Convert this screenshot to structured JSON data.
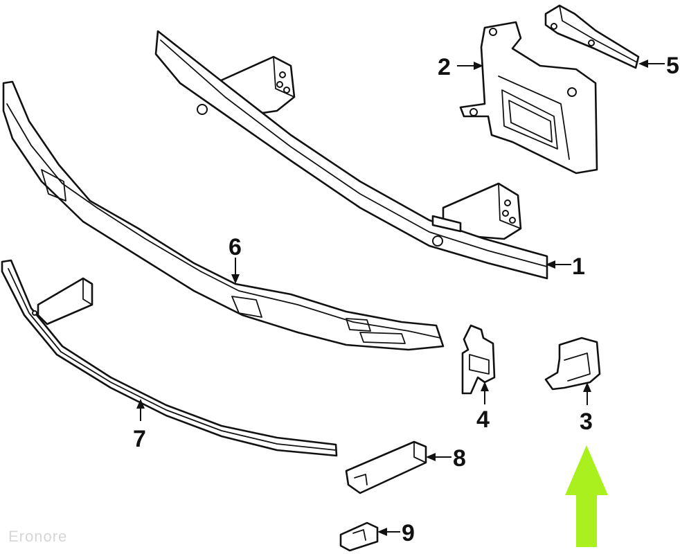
{
  "diagram": {
    "callouts": [
      {
        "id": "1",
        "label": "1"
      },
      {
        "id": "2",
        "label": "2"
      },
      {
        "id": "3",
        "label": "3"
      },
      {
        "id": "4",
        "label": "4"
      },
      {
        "id": "5",
        "label": "5"
      },
      {
        "id": "6",
        "label": "6"
      },
      {
        "id": "7",
        "label": "7"
      },
      {
        "id": "8",
        "label": "8"
      },
      {
        "id": "9",
        "label": "9"
      }
    ],
    "watermark": "Eronore",
    "highlight_arrow_color": "#aaf01e",
    "highlight_target": "3"
  }
}
